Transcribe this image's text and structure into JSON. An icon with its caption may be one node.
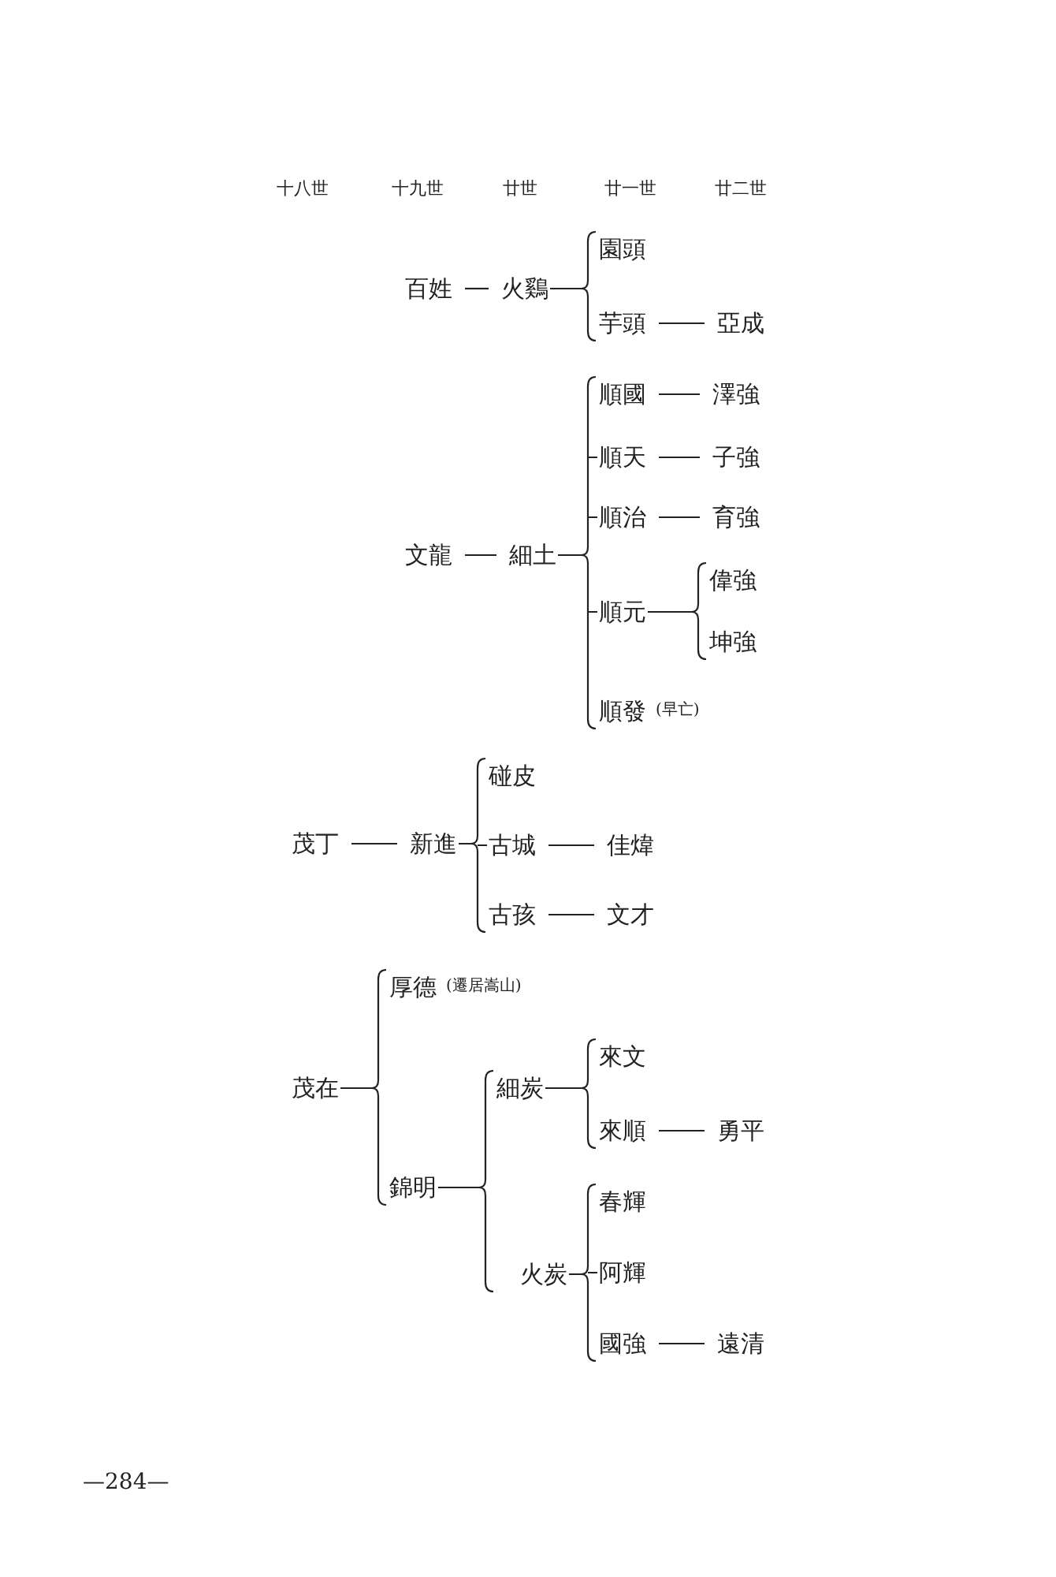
{
  "diagram": {
    "nodes": [
      {
        "text": [
          "百姓"
        ]
      },
      {
        "text": [
          "火鷄"
        ]
      },
      {
        "text": [
          "園頭"
        ]
      },
      {
        "text": [
          "芋頭"
        ]
      },
      {
        "text": [
          "亞成"
        ]
      },
      {
        "text": [
          "文龍"
        ]
      },
      {
        "text": [
          "細土"
        ]
      },
      {
        "text": [
          "順國"
        ]
      },
      {
        "text": [
          "澤強"
        ]
      },
      {
        "text": [
          "順天"
        ]
      },
      {
        "text": [
          "子強"
        ]
      },
      {
        "text": [
          "順治"
        ]
      },
      {
        "text": [
          "育強"
        ]
      },
      {
        "text": [
          "順元"
        ]
      },
      {
        "text": [
          "偉強"
        ]
      },
      {
        "text": [
          "坤強"
        ]
      },
      {
        "text": [
          "順發"
        ],
        "beside": [
          "(早亡)"
        ]
      },
      {
        "text": [
          "茂丁"
        ]
      },
      {
        "text": [
          "新進"
        ]
      },
      {
        "text": [
          "碰皮"
        ]
      },
      {
        "text": [
          "古城"
        ]
      },
      {
        "text": [
          "佳煒"
        ]
      },
      {
        "text": [
          "古孩"
        ]
      },
      {
        "text": [
          "文才"
        ]
      },
      {
        "text": [
          "茂在"
        ]
      },
      {
        "text": [
          "厚德"
        ],
        "beside": [
          "(遷居嵩山)"
        ]
      },
      {
        "text": [
          "錦明"
        ]
      },
      {
        "text": [
          "細炭"
        ]
      },
      {
        "text": [
          "來文"
        ]
      },
      {
        "text": [
          "來順"
        ]
      },
      {
        "text": [
          "勇平"
        ]
      },
      {
        "text": [
          "火炭"
        ]
      },
      {
        "text": [
          "春輝"
        ]
      },
      {
        "text": [
          "阿輝"
        ]
      },
      {
        "text": [
          "國強"
        ]
      },
      {
        "text": [
          "遠清"
        ]
      }
    ],
    "edges": [
      {
        "from": 0,
        "to": 1,
        "arrow": "none"
      },
      {
        "from": 1,
        "to": 2,
        "arrow": "none"
      },
      {
        "from": 1,
        "to": 3,
        "arrow": "none"
      },
      {
        "from": 3,
        "to": 4,
        "arrow": "none"
      },
      {
        "from": 5,
        "to": 6,
        "arrow": "none"
      },
      {
        "from": 6,
        "to": 7,
        "arrow": "none"
      },
      {
        "from": 6,
        "to": 9,
        "arrow": "none"
      },
      {
        "from": 6,
        "to": 11,
        "arrow": "none"
      },
      {
        "from": 6,
        "to": 13,
        "arrow": "none"
      },
      {
        "from": 6,
        "to": 16,
        "arrow": "none"
      },
      {
        "from": 7,
        "to": 8,
        "arrow": "none"
      },
      {
        "from": 9,
        "to": 10,
        "arrow": "none"
      },
      {
        "from": 11,
        "to": 12,
        "arrow": "none"
      },
      {
        "from": 13,
        "to": 14,
        "arrow": "none"
      },
      {
        "from": 13,
        "to": 15,
        "arrow": "none"
      },
      {
        "from": 17,
        "to": 18,
        "arrow": "none"
      },
      {
        "from": 18,
        "to": 19,
        "arrow": "none"
      },
      {
        "from": 18,
        "to": 20,
        "arrow": "none"
      },
      {
        "from": 18,
        "to": 22,
        "arrow": "none"
      },
      {
        "from": 20,
        "to": 21,
        "arrow": "none"
      },
      {
        "from": 22,
        "to": 23,
        "arrow": "none"
      },
      {
        "from": 24,
        "to": 25,
        "arrow": "none"
      },
      {
        "from": 24,
        "to": 26,
        "arrow": "none"
      },
      {
        "from": 26,
        "to": 27,
        "arrow": "none"
      },
      {
        "from": 26,
        "to": 31,
        "arrow": "none"
      },
      {
        "from": 27,
        "to": 28,
        "arrow": "none"
      },
      {
        "from": 27,
        "to": 29,
        "arrow": "none"
      },
      {
        "from": 29,
        "to": 30,
        "arrow": "none"
      },
      {
        "from": 31,
        "to": 32,
        "arrow": "none"
      },
      {
        "from": 31,
        "to": 33,
        "arrow": "none"
      },
      {
        "from": 31,
        "to": 34,
        "arrow": "none"
      },
      {
        "from": 34,
        "to": 35,
        "arrow": "none"
      }
    ],
    "labels": [
      "十八世",
      "十九世",
      "廿世",
      "廿一世",
      "廿二世",
      "—284—"
    ]
  }
}
